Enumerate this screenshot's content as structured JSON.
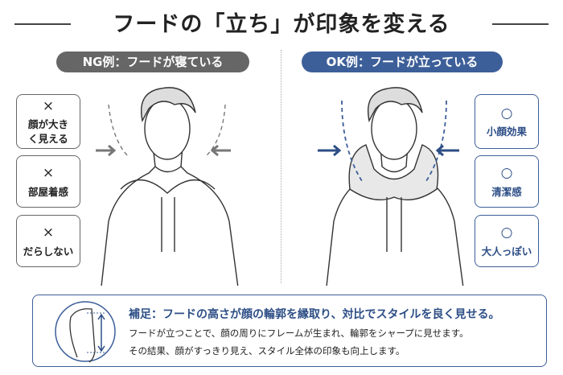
{
  "title": "フードの「立ち」が印象を変える",
  "ng": {
    "label": "NG例：フードが寝ている",
    "items": [
      {
        "mark": "×",
        "text": "顔が大きく見える"
      },
      {
        "mark": "×",
        "text": "部屋着感"
      },
      {
        "mark": "×",
        "text": "だらしない"
      }
    ]
  },
  "ok": {
    "label": "OK例：フードが立っている",
    "items": [
      {
        "mark": "○",
        "text": "小顔効果"
      },
      {
        "mark": "○",
        "text": "清潔感"
      },
      {
        "mark": "○",
        "text": "大人っぽい"
      }
    ]
  },
  "note": {
    "heading": "補足：フードの高さが顔の輪郭を縁取り、対比でスタイルを良く見せる。",
    "line1": "フードが立つことで、顔の周りにフレームが生まれ、輪郭をシャープに見せます。",
    "line2": "その結果、顔がすっきり見え、スタイル全体の印象も向上します。"
  },
  "colors": {
    "ng": "#666666",
    "ok": "#3d5f99"
  }
}
